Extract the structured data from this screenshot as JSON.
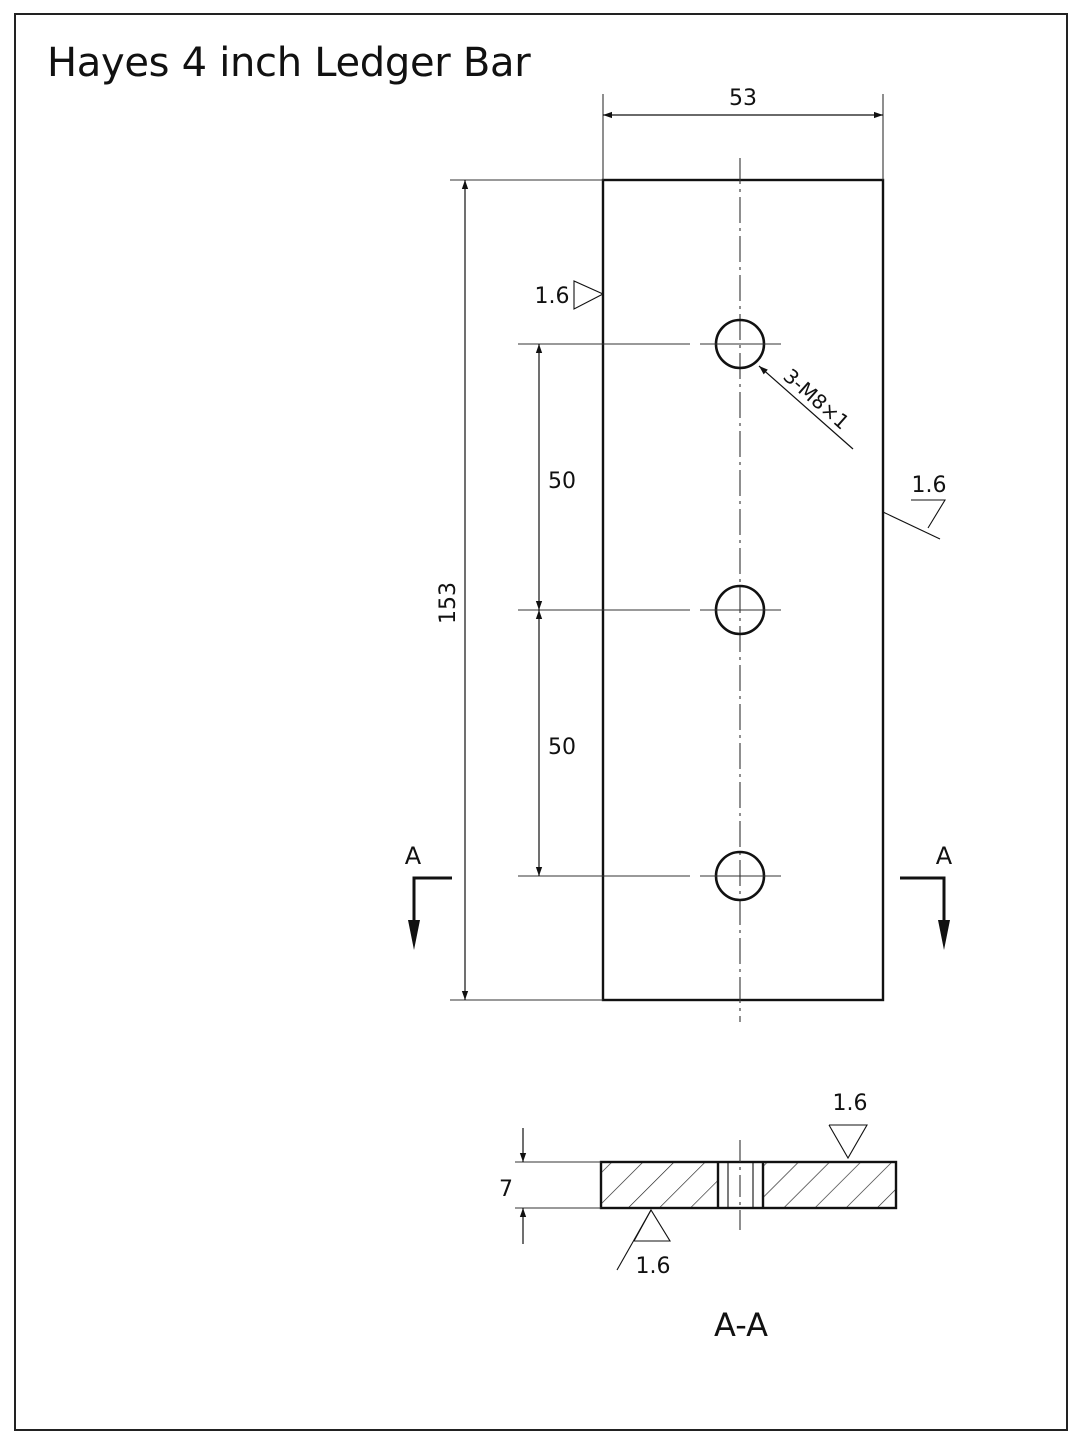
{
  "drawing": {
    "title": "Hayes 4 inch Ledger Bar",
    "dims": {
      "width": "53",
      "height": "153",
      "pitch_top": "50",
      "pitch_bottom": "50",
      "thickness": "7"
    },
    "hole_callout": "3-M8×1",
    "roughness": {
      "left_edge": "1.6",
      "right_edge": "1.6",
      "section_top": "1.6",
      "section_bottom": "1.6"
    },
    "section_markers": {
      "left": "A",
      "right": "A"
    },
    "section_view_label": "A-A"
  }
}
